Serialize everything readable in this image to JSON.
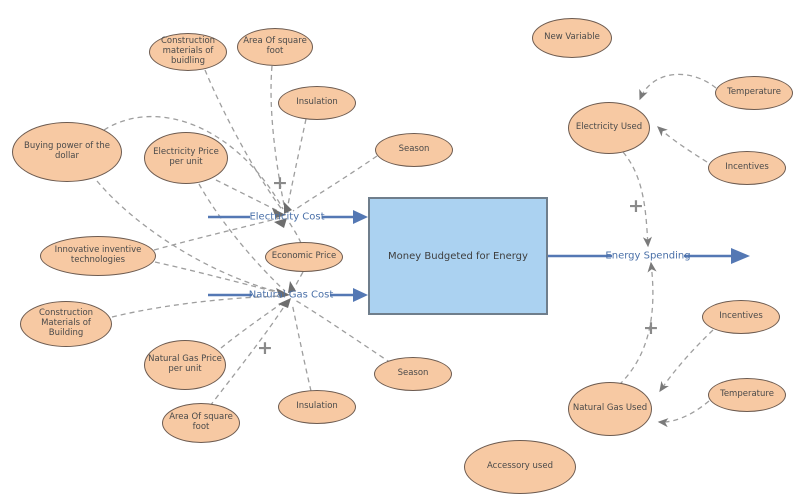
{
  "box": {
    "label": "Money Budgeted for Energy"
  },
  "flows": [
    {
      "label": "Electricity Cost"
    },
    {
      "label": "Natural Gas Cost"
    },
    {
      "label": "Energy Spending"
    }
  ],
  "nodes": [
    {
      "label": "Construction materials of buidling"
    },
    {
      "label": "Area Of square foot"
    },
    {
      "label": "Insulation"
    },
    {
      "label": "New Variable"
    },
    {
      "label": "Buying power of the dollar"
    },
    {
      "label": "Electricity Price per unit"
    },
    {
      "label": "Season"
    },
    {
      "label": "Temperature"
    },
    {
      "label": "Electricity Used"
    },
    {
      "label": "Incentives"
    },
    {
      "label": "Innovative inventive technologies"
    },
    {
      "label": "Economic Price"
    },
    {
      "label": "Construction Materials of Building"
    },
    {
      "label": "Natural Gas Price per unit"
    },
    {
      "label": "Area Of square foot"
    },
    {
      "label": "Insulation"
    },
    {
      "label": "Season"
    },
    {
      "label": "Natural Gas Used"
    },
    {
      "label": "Incentives"
    },
    {
      "label": "Temperature"
    },
    {
      "label": "Accessory used"
    }
  ],
  "symbols": {
    "plus": "+"
  },
  "colors": {
    "node_fill": "#F7C9A3",
    "node_stroke": "#6D5B50",
    "stock_fill": "#ABD2F1",
    "stock_stroke": "#6F7E8C",
    "flow_blue": "#5478B4",
    "flow_label_blue": "#4A70A8",
    "connector_gray": "#9E9E9E",
    "plus_gray": "#8A8A8A"
  }
}
